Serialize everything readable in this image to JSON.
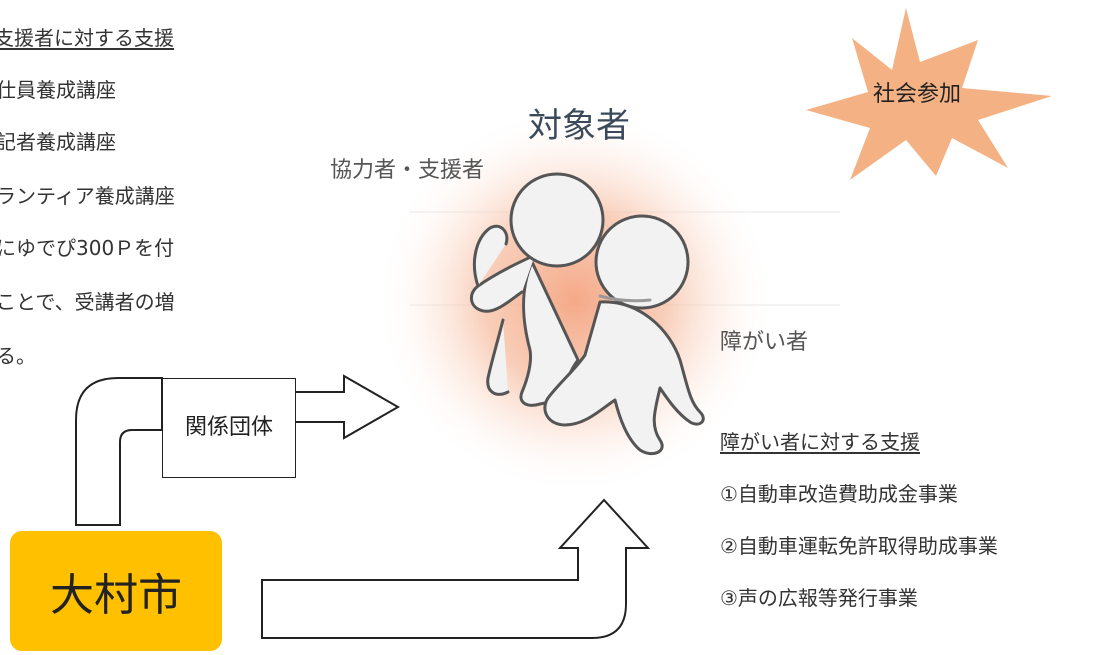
{
  "left_section": {
    "heading": "支援者に対する支援",
    "items": [
      "仕員養成講座",
      "記者養成講座",
      "ランティア養成講座",
      "にゆでぴ300Ｐを付",
      "ことで、受講者の増",
      "る。"
    ]
  },
  "center": {
    "title": "対象者",
    "supporter_label": "協力者・支援者",
    "disabled_label": "障がい者"
  },
  "burst": {
    "label": "社会参加",
    "color": "#f4b183"
  },
  "right_section": {
    "heading": "障がい者に対する支援",
    "items": [
      "①自動車改造費助成金事業",
      "②自動車運転免許取得助成事業",
      "③声の広報等発行事業"
    ]
  },
  "org_box": {
    "label": "関係団体"
  },
  "city_box": {
    "label": "大村市",
    "color": "#ffc000"
  },
  "colors": {
    "glow": "#f4a582",
    "figure_fill": "#f2f2f2",
    "figure_outline": "#555555"
  }
}
